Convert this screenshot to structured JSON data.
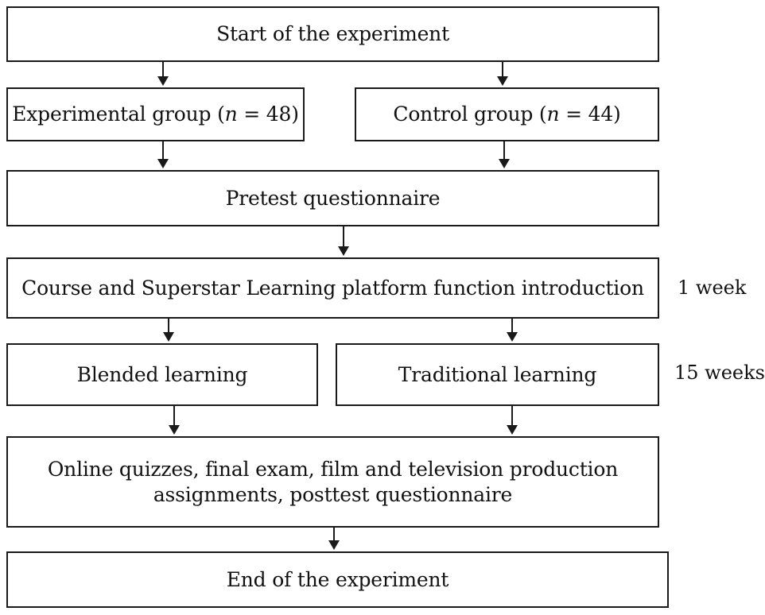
{
  "flowchart": {
    "start": "Start of the experiment",
    "experimental_group": {
      "label_before": "Experimental group (",
      "n_symbol": "n",
      "label_after": " = 48)"
    },
    "control_group": {
      "label_before": "Control group (",
      "n_symbol": "n",
      "label_after": " = 44)"
    },
    "pretest": "Pretest questionnaire",
    "introduction": "Course and Superstar Learning platform function introduction",
    "blended": "Blended learning",
    "traditional": "Traditional learning",
    "assessment_line1": "Online quizzes, final exam, film and television production",
    "assessment_line2": "assignments, posttest questionnaire",
    "end": "End of the experiment"
  },
  "durations": {
    "introduction": "1 week",
    "learning": "15 weeks"
  },
  "colors": {
    "stroke": "#1a1a1a",
    "background": "#ffffff"
  }
}
